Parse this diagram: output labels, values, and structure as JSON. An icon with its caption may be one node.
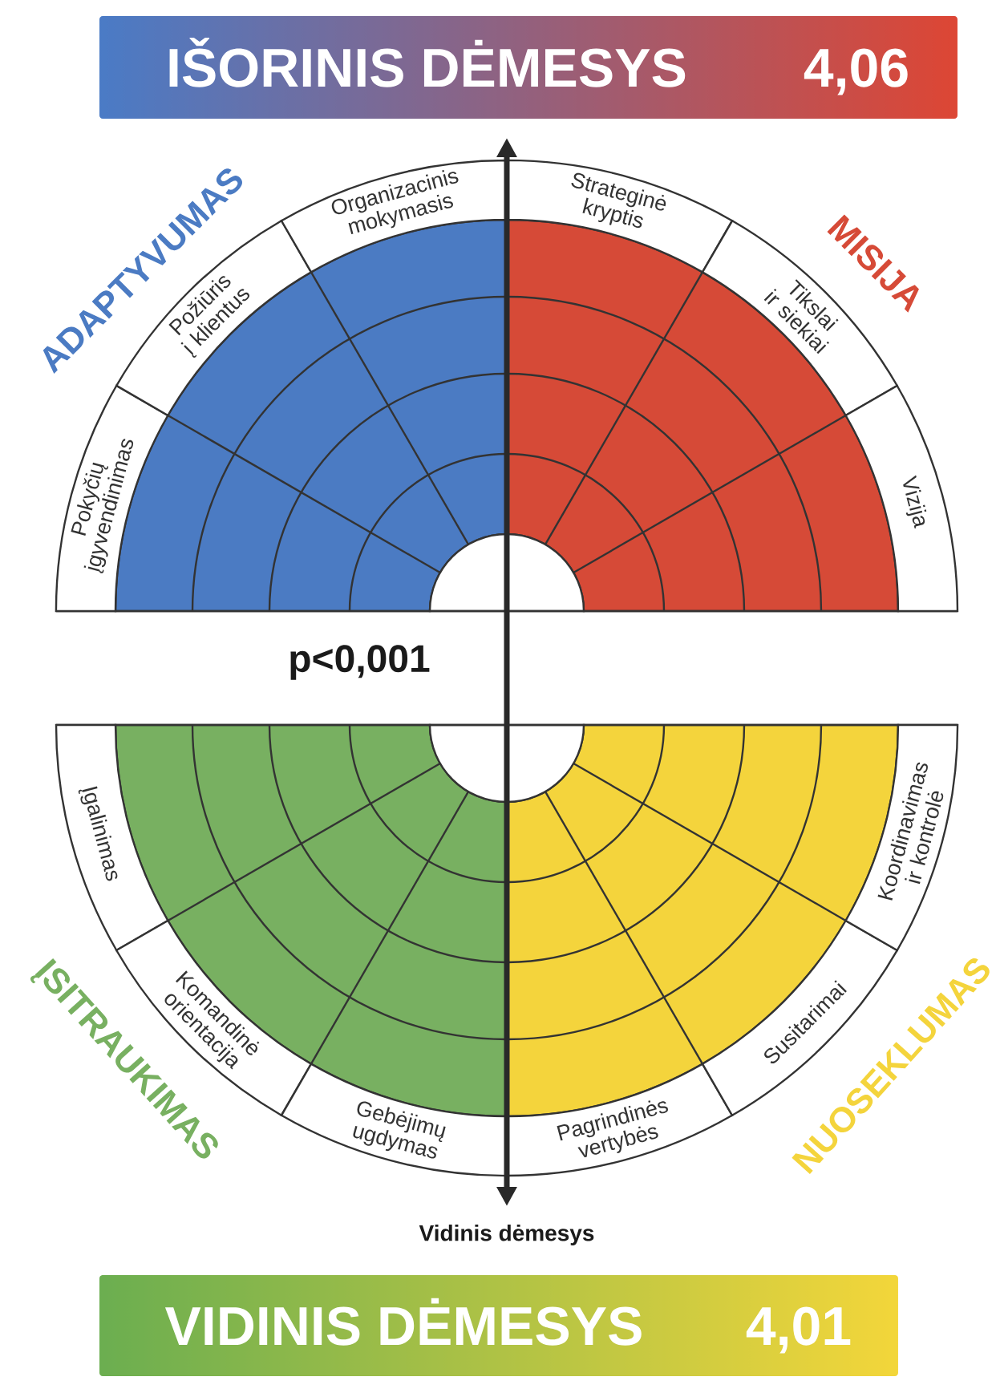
{
  "diagram": {
    "nodes": [
      {
        "text": [
          "IŠORINIS DĖMESYS",
          "4,06"
        ]
      },
      {
        "text": [
          "Pokyčių įgyvendinimas"
        ]
      },
      {
        "text": [
          "Požiūris į klientus"
        ]
      },
      {
        "text": [
          "Organizacinis mokymasis"
        ]
      },
      {
        "text": [
          "Strateginė kryptis"
        ]
      },
      {
        "text": [
          "Tikslai ir siekiai"
        ]
      },
      {
        "text": [
          "Vizija"
        ]
      },
      {
        "text": [
          "Įgalinimas"
        ]
      },
      {
        "text": [
          "Komandinė orientacija"
        ]
      },
      {
        "text": [
          "Gebėjimų ugdymas"
        ]
      },
      {
        "text": [
          "Pagrindinės vertybės"
        ]
      },
      {
        "text": [
          "Susitarimai"
        ]
      },
      {
        "text": [
          "Koordinavimas ir kontrolė"
        ]
      },
      {
        "text": [
          "VIDINIS DĖMESYS",
          "4,01"
        ]
      }
    ],
    "labels": [
      "ADAPTYVUMAS",
      "MISIJA",
      "p<0,001",
      "ĮSITRAUKIMAS",
      "NUOSEKLUMAS",
      "Vidinis dėmesys"
    ]
  }
}
